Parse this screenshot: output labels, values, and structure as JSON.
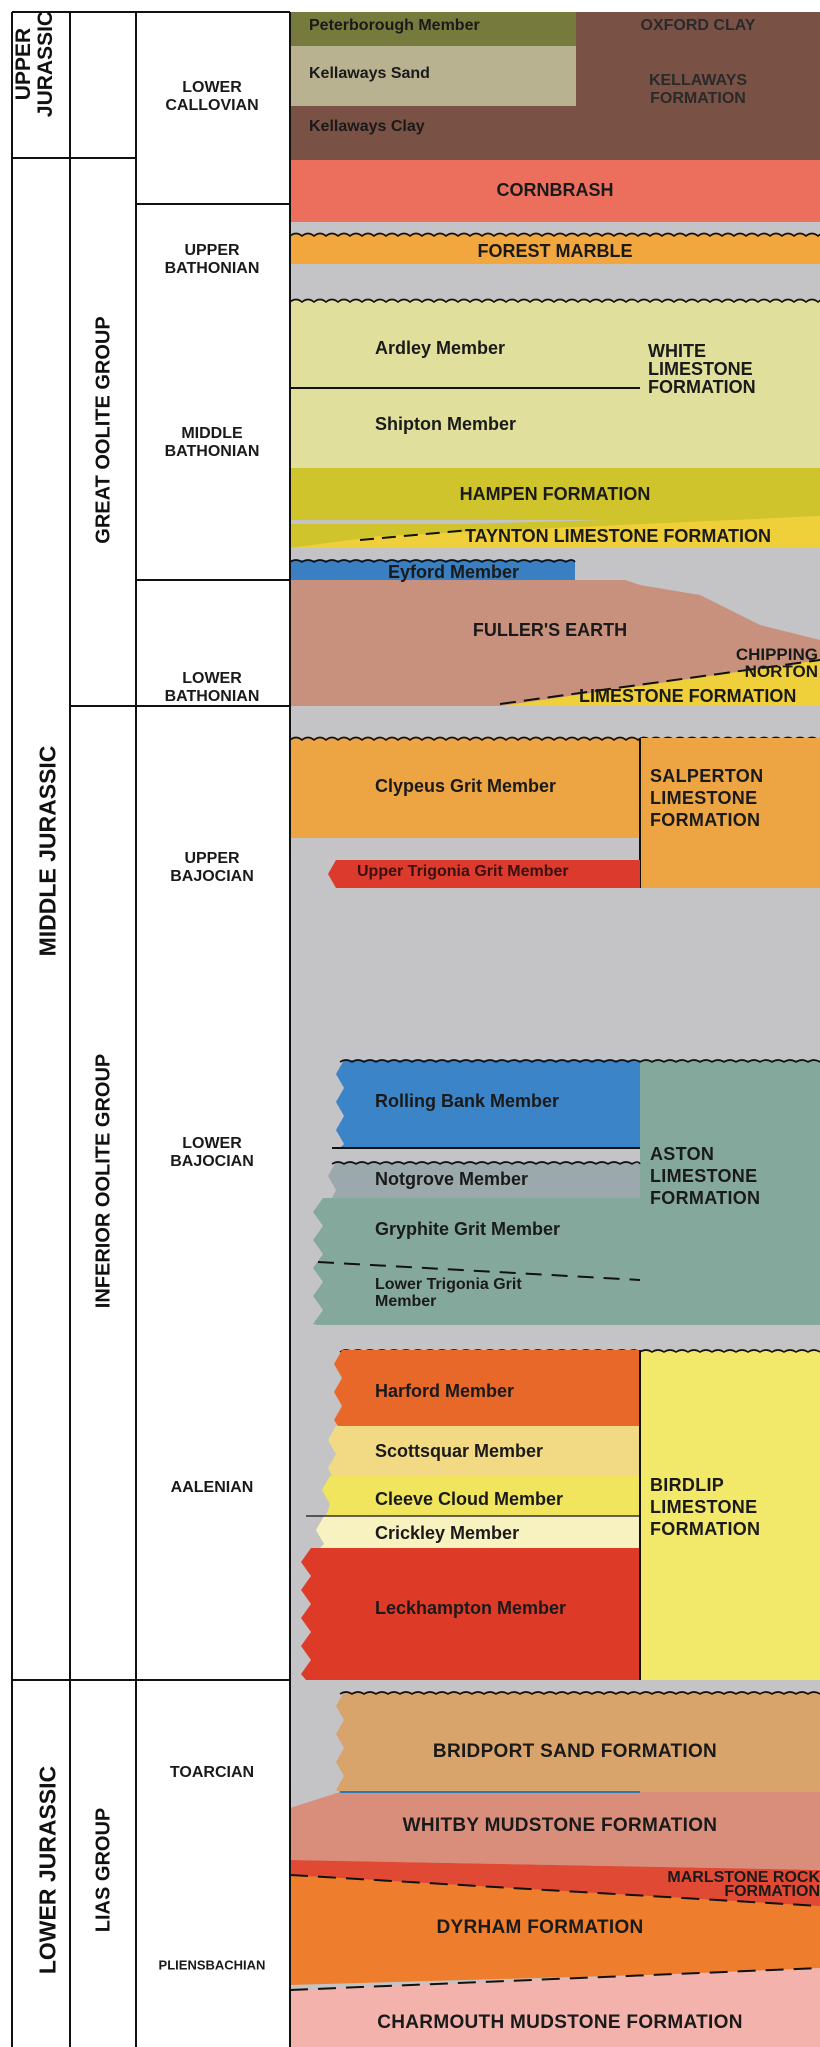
{
  "systems": {
    "upper_jurassic": "UPPER JURASSIC",
    "middle_jurassic": "MIDDLE JURASSIC",
    "lower_jurassic": "LOWER JURASSIC"
  },
  "groups": {
    "great_oolite": "GREAT OOLITE GROUP",
    "inferior_oolite": "INFERIOR OOLITE GROUP",
    "lias": "LIAS GROUP"
  },
  "stages": {
    "lower_callovian": "LOWER\nCALLOVIAN",
    "upper_bathonian": "UPPER\nBATHONIAN",
    "middle_bathonian": "MIDDLE\nBATHONIAN",
    "lower_bathonian": "LOWER\nBATHONIAN",
    "upper_bajocian": "UPPER\nBAJOCIAN",
    "lower_bajocian": "LOWER\nBAJOCIAN",
    "aalenian": "AALENIAN",
    "toarcian": "TOARCIAN",
    "pliensbachian": "PLIENSBACHIAN"
  },
  "units": {
    "peterborough": "Peterborough Member",
    "oxford_clay": "OXFORD CLAY",
    "kellaways_sand": "Kellaways Sand",
    "kellaways_formation": "KELLAWAYS\nFORMATION",
    "kellaways_clay": "Kellaways Clay",
    "cornbrash": "CORNBRASH",
    "forest_marble": "FOREST MARBLE",
    "ardley": "Ardley Member",
    "white_limestone": "WHITE\nLIMESTONE\nFORMATION",
    "shipton": "Shipton Member",
    "hampen": "HAMPEN FORMATION",
    "taynton": "TAYNTON LIMESTONE FORMATION",
    "eyford": "Eyford Member",
    "fullers_earth": "FULLER'S EARTH",
    "chipping_norton": "CHIPPING\nNORTON",
    "chipping_norton_formation": "LIMESTONE FORMATION",
    "clypeus": "Clypeus Grit Member",
    "salperton": "SALPERTON\nLIMESTONE\nFORMATION",
    "upper_trigonia": "Upper Trigonia Grit Member",
    "rolling_bank": "Rolling Bank Member",
    "aston": "ASTON\nLIMESTONE\nFORMATION",
    "notgrove": "Notgrove Member",
    "gryphite": "Gryphite Grit Member",
    "lower_trigonia": "Lower Trigonia Grit\nMember",
    "harford": "Harford Member",
    "scottsquar": "Scottsquar Member",
    "cleeve_cloud": "Cleeve Cloud Member",
    "crickley": "Crickley Member",
    "leckhampton": "Leckhampton Member",
    "birdlip": "BIRDLIP\nLIMESTONE\nFORMATION",
    "bridport": "BRIDPORT SAND FORMATION",
    "whitby": "WHITBY MUDSTONE FORMATION",
    "marlstone": "MARLSTONE ROCK\nFORMATION",
    "dyrham": "DYRHAM FORMATION",
    "charmouth": "CHARMOUTH MUDSTONE FORMATION"
  },
  "colors": {
    "gap_gray": "#c4c4c6",
    "oxford_clay": "#7a5145",
    "peterborough": "#767a3c",
    "kellaways_sand": "#b9b291",
    "cornbrash": "#ec6f5e",
    "forest_marble": "#f2a63e",
    "white_limestone": "#e0df9c",
    "hampen": "#cfc42c",
    "taynton": "#f0d03a",
    "eyford": "#3a7fc2",
    "fullers_earth": "#c8917d",
    "salperton": "#eda544",
    "upper_trigonia": "#dc3a2c",
    "rolling_bank": "#3c84c8",
    "aston": "#85a89d",
    "notgrove": "#9ba9ad",
    "harford": "#e8682a",
    "scottsquar": "#f2da84",
    "cleeve_cloud": "#f0e55c",
    "crickley": "#f8f1c0",
    "leckhampton": "#de3a28",
    "birdlip": "#f2e86a",
    "bridport": "#d9a46c",
    "whitby": "#d98e7c",
    "marlstone": "#e04a34",
    "dyrham": "#ee7e2e",
    "charmouth": "#f3b3ac"
  }
}
